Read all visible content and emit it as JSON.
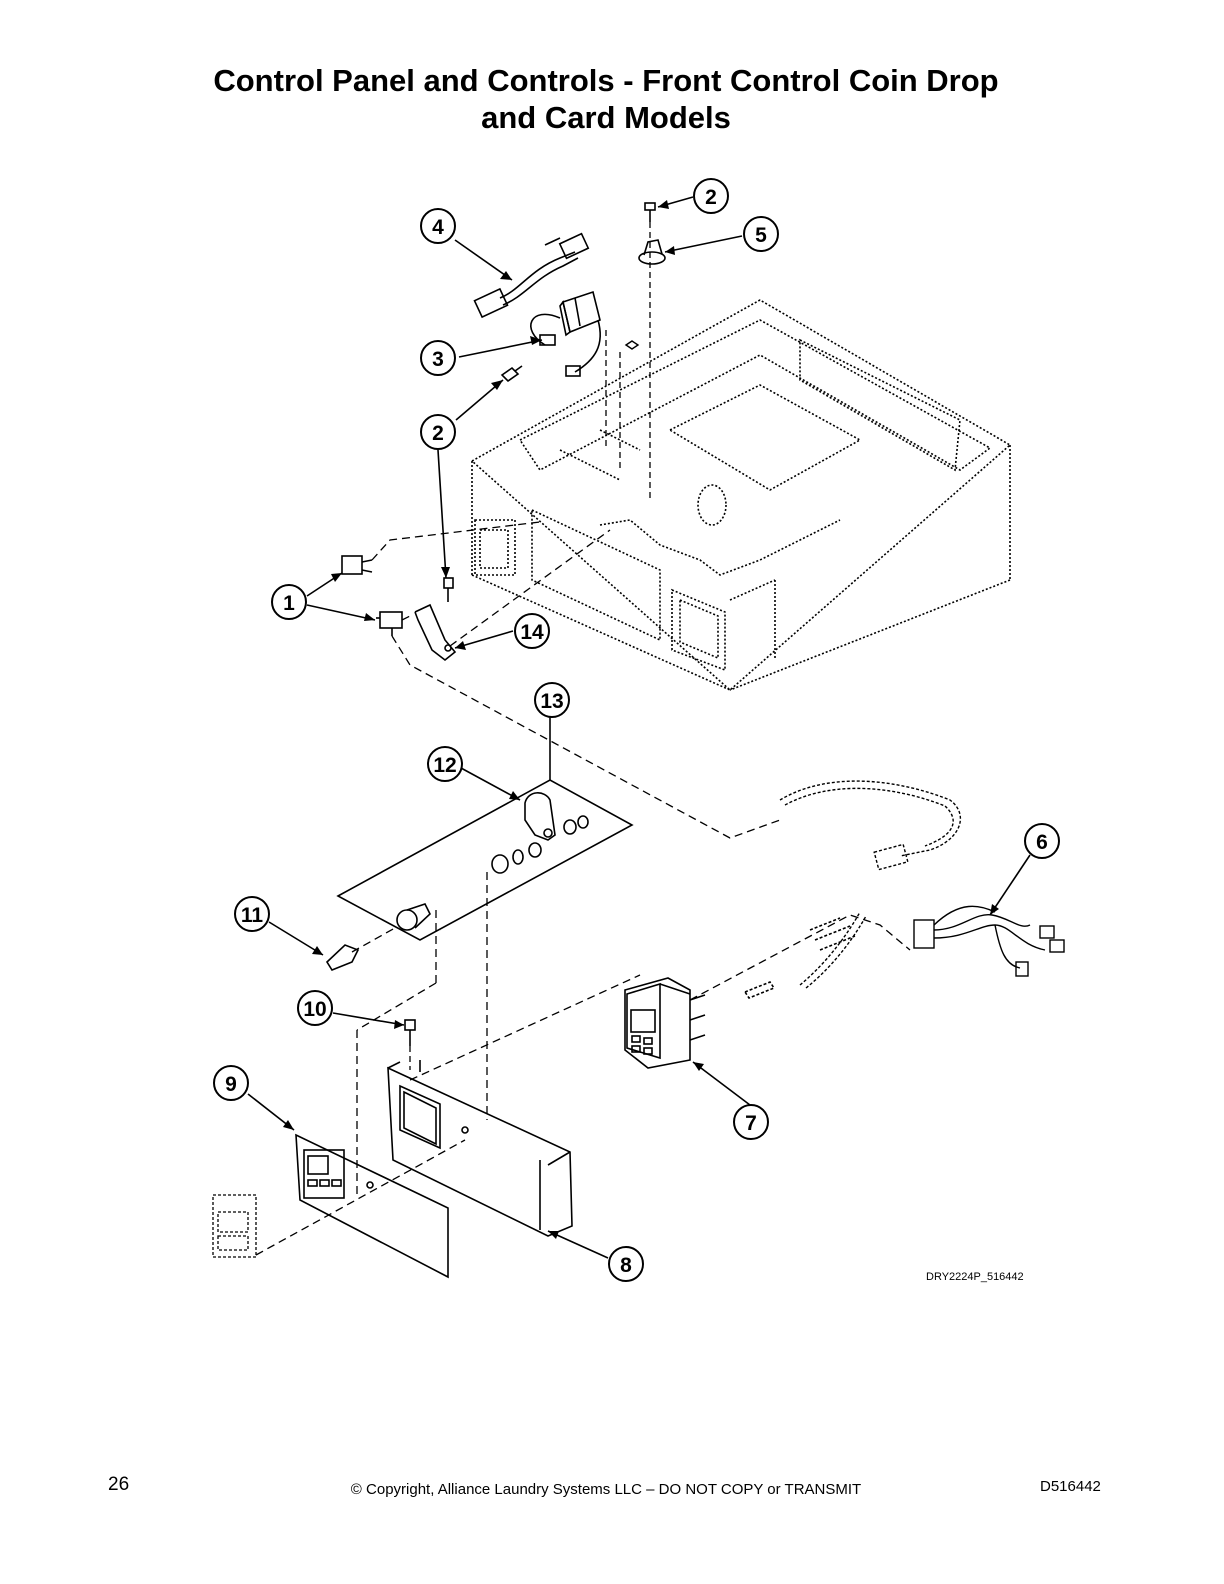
{
  "title": {
    "line1": "Control Panel and Controls - Front Control Coin Drop",
    "line2": "and Card Models"
  },
  "callouts": [
    "1",
    "2",
    "3",
    "4",
    "5",
    "6",
    "7",
    "8",
    "9",
    "10",
    "11",
    "12",
    "13",
    "14"
  ],
  "figure_code": "DRY2224P_516442",
  "footer": {
    "page_number": "26",
    "copyright": "© Copyright, Alliance Laundry Systems LLC – DO NOT COPY or TRANSMIT",
    "doc_number": "D516442"
  }
}
